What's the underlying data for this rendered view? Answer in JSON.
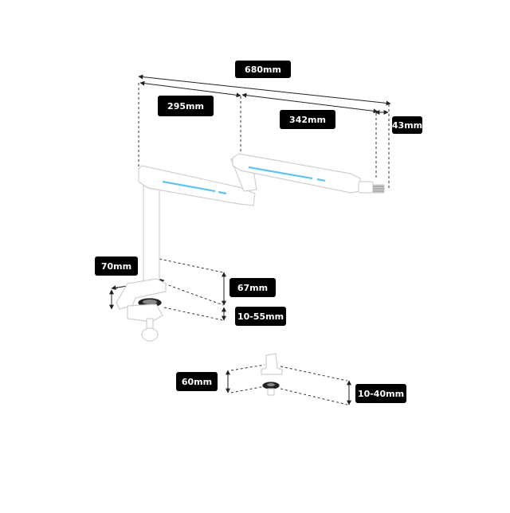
{
  "dimensions": {
    "total_length": "680mm",
    "rear_arm": "295mm",
    "front_arm": "342mm",
    "tip_drop": "43mm",
    "clamp_depth": "70mm",
    "clamp_height": "67mm",
    "clamp_range": "10-55mm",
    "grommet_height": "60mm",
    "grommet_range": "10-40mm"
  },
  "colors": {
    "arm": "#ffffff",
    "arm_outline": "#d4d4d4",
    "led": "#5fc4f0",
    "label_bg": "#000000",
    "label_text": "#ffffff",
    "guide_line": "#222222"
  }
}
